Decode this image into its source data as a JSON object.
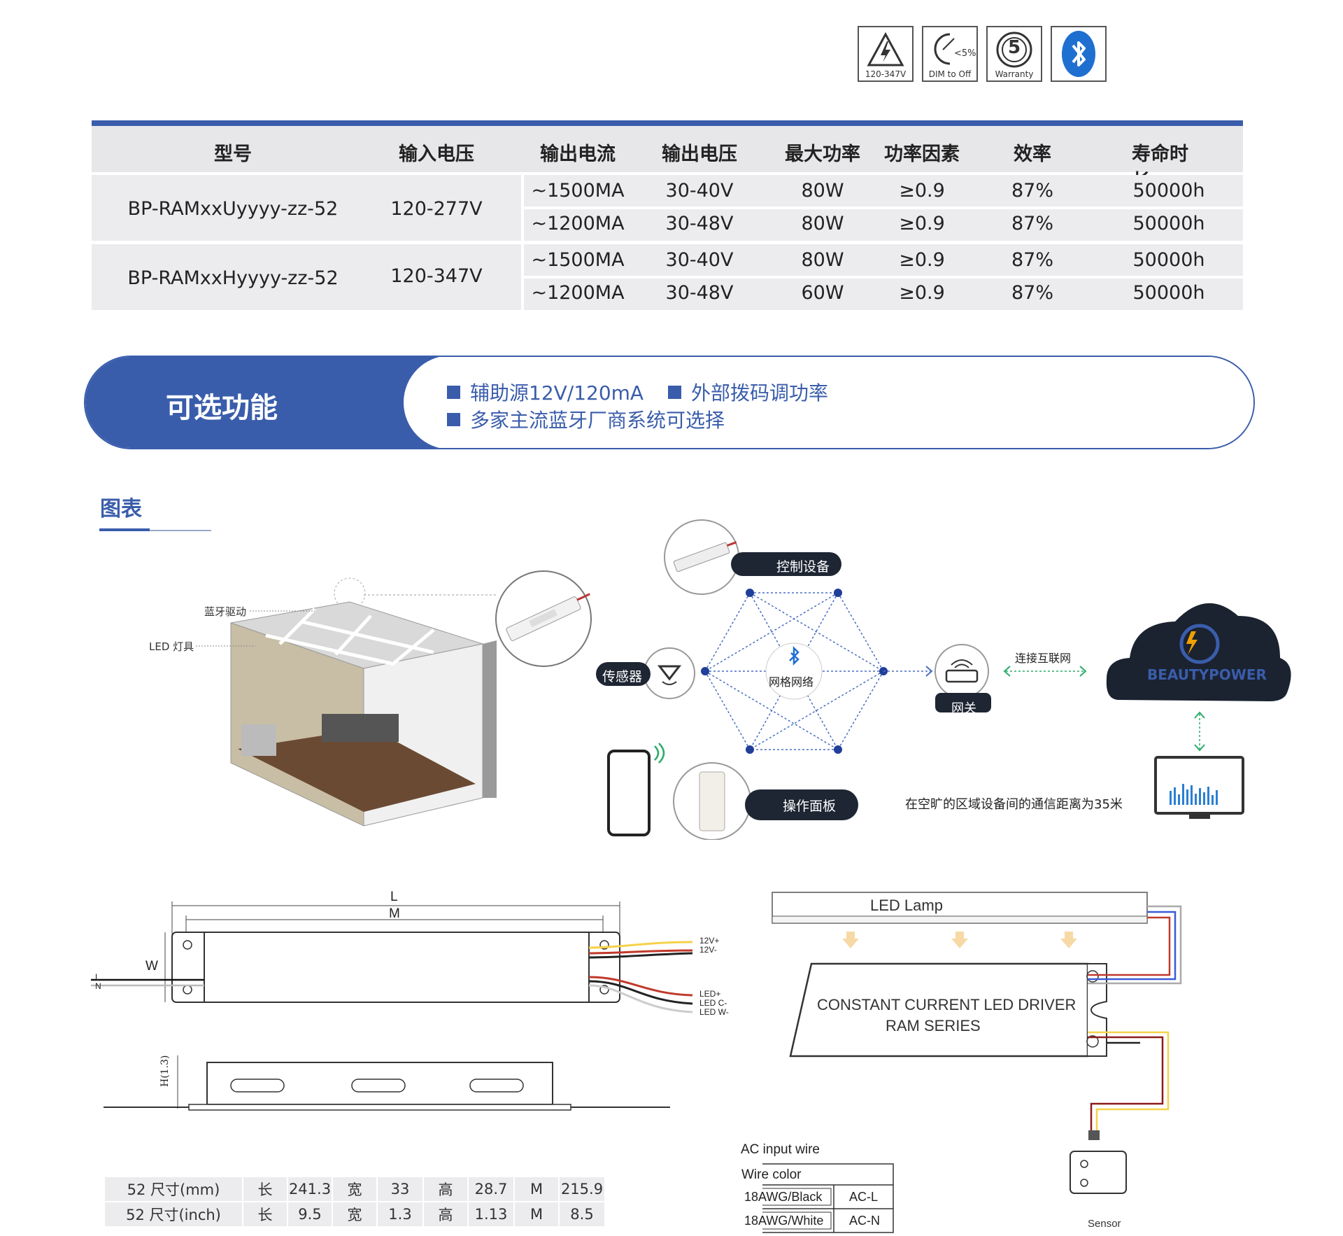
{
  "badges": [
    {
      "name": "voltage",
      "caption": "120-347V"
    },
    {
      "name": "dim",
      "caption": "DIM to Off",
      "inner": "<5%"
    },
    {
      "name": "warranty",
      "caption": "Warranty",
      "inner": "5"
    },
    {
      "name": "bluetooth",
      "caption": ""
    }
  ],
  "spec_table": {
    "headers": [
      "型号",
      "输入电压",
      "输出电流",
      "输出电压",
      "最大功率",
      "功率因素",
      "效率",
      "寿命时长"
    ],
    "groups": [
      {
        "model": "BP-RAMxxUyyyy-zz-52",
        "input": "120-277V",
        "rows": [
          {
            "current": "~1500MA",
            "voltage": "30-40V",
            "power": "80W",
            "pf": "≥0.9",
            "eff": "87%",
            "life": "50000h"
          },
          {
            "current": "~1200MA",
            "voltage": "30-48V",
            "power": "80W",
            "pf": "≥0.9",
            "eff": "87%",
            "life": "50000h"
          }
        ]
      },
      {
        "model": "BP-RAMxxHyyyy-zz-52",
        "input": "120-347V",
        "rows": [
          {
            "current": "~1500MA",
            "voltage": "30-40V",
            "power": "80W",
            "pf": "≥0.9",
            "eff": "87%",
            "life": "50000h"
          },
          {
            "current": "~1200MA",
            "voltage": "30-48V",
            "power": "60W",
            "pf": "≥0.9",
            "eff": "87%",
            "life": "50000h"
          }
        ]
      }
    ]
  },
  "features": {
    "title": "可选功能",
    "items": [
      "辅助源12V/120mA",
      "外部拨码调功率",
      "多家主流蓝牙厂商系统可选择"
    ]
  },
  "section_title": "图表",
  "room": {
    "label_driver": "蓝牙驱动",
    "label_lamp": "LED 灯具"
  },
  "network": {
    "control": "控制设备",
    "sensor": "传感器",
    "mesh": "网格网络",
    "gateway": "网关",
    "internet": "连接互联网",
    "panel": "操作面板",
    "cloud_brand": "BEAUTYPOWER",
    "distance_note": "在空旷的区域设备间的通信距离为35米"
  },
  "drawing": {
    "L": "L",
    "M": "M",
    "W": "W",
    "H": "H(1.3)",
    "input_L": "L",
    "input_N": "N",
    "wire_12p": "12V+",
    "wire_12m": "12V-",
    "wire_ledp": "LED+",
    "wire_ledc": "LED C-",
    "wire_ledw": "LED W-"
  },
  "dimensions": [
    {
      "label": "52 尺寸(mm)",
      "l_label": "长",
      "l": "241.3",
      "w_label": "宽",
      "w": "33",
      "h_label": "高",
      "h": "28.7",
      "m_label": "M",
      "m": "215.9"
    },
    {
      "label": "52 尺寸(inch)",
      "l_label": "长",
      "l": "9.5",
      "w_label": "宽",
      "w": "1.3",
      "h_label": "高",
      "h": "1.13",
      "m_label": "M",
      "m": "8.5"
    }
  ],
  "wiring": {
    "lamp": "LED Lamp",
    "driver_line1": "CONSTANT CURRENT LED DRIVER",
    "driver_line2": "RAM SERIES",
    "sensor": "Sensor",
    "ac_title": "AC input wire",
    "ac_header": "Wire color",
    "ac_rows": [
      {
        "wire": "18AWG/Black",
        "func": "AC-L"
      },
      {
        "wire": "18AWG/White",
        "func": "AC-N"
      }
    ]
  },
  "colors": {
    "brand_blue": "#3a5dab",
    "header_gray": "#e7e7ea",
    "cell_gray": "#ececef"
  }
}
